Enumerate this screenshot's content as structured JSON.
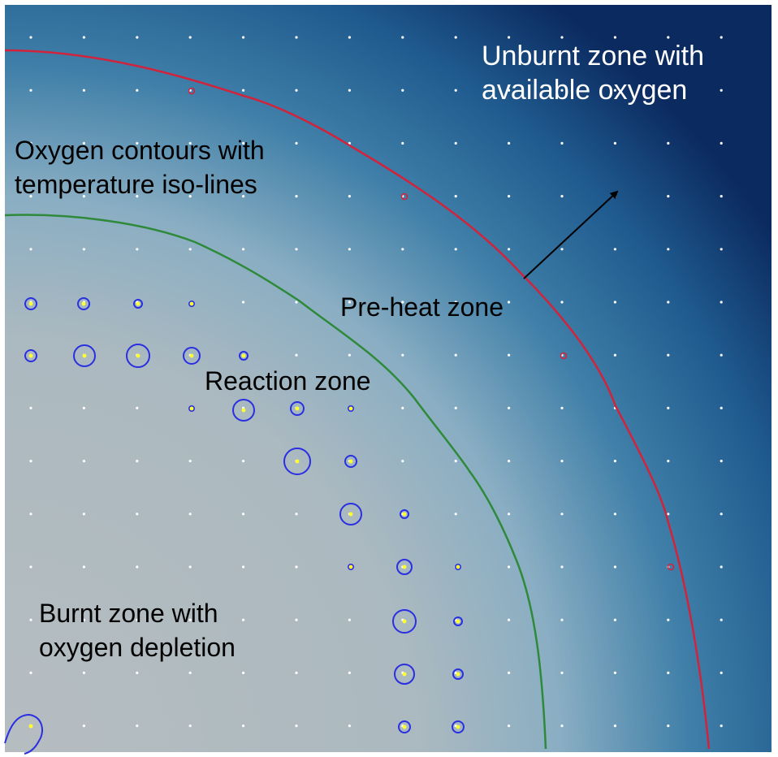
{
  "labels": {
    "unburnt_line1": "Unburnt zone with",
    "unburnt_line2": "available oxygen",
    "contours_line1": "Oxygen contours with",
    "contours_line2": "temperature iso-lines",
    "preheat": "Pre-heat zone",
    "reaction": "Reaction zone",
    "burnt_line1": "Burnt zone with",
    "burnt_line2": "oxygen depletion"
  },
  "colors": {
    "unburnt_dark": "#0c2d63",
    "unburnt_mid": "#2b6c98",
    "preheat_light": "#8fb1c4",
    "burnt_gray": "#b3bcc0",
    "outer_front": "#d2233c",
    "inner_front": "#2e8a3a",
    "particle_ring": "#2a2fe0",
    "particle_core": "#ffff33",
    "grid_dot": "#ffffff",
    "arrow": "#000000",
    "text": "#000000"
  }
}
